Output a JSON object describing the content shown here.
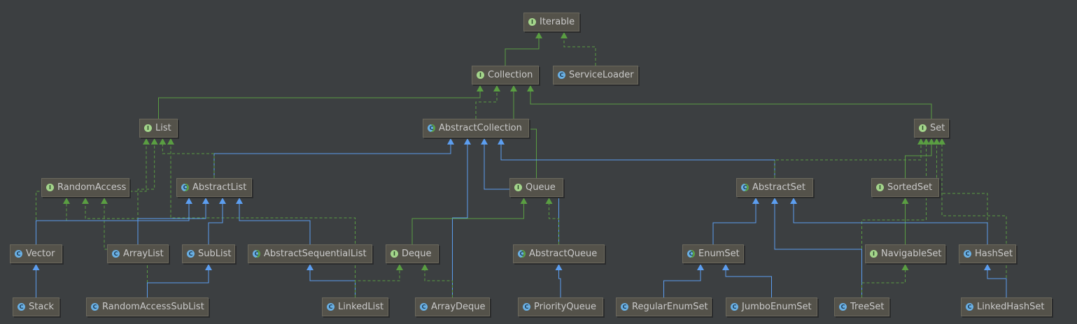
{
  "colors": {
    "background": "#3c3f41",
    "node_fill": "#54524a",
    "node_border": "#6b685c",
    "text": "#c9c9c9",
    "extends_edge": "#5a9e42",
    "implements_edge": "#5a9e42",
    "class_edge": "#5c9ef0"
  },
  "nodes": [
    {
      "id": "Iterable",
      "label": "Iterable",
      "kind": "interface"
    },
    {
      "id": "Collection",
      "label": "Collection",
      "kind": "interface"
    },
    {
      "id": "ServiceLoader",
      "label": "ServiceLoader",
      "kind": "class"
    },
    {
      "id": "List",
      "label": "List",
      "kind": "interface"
    },
    {
      "id": "AbstractCollection",
      "label": "AbstractCollection",
      "kind": "abstract"
    },
    {
      "id": "Set",
      "label": "Set",
      "kind": "interface"
    },
    {
      "id": "RandomAccess",
      "label": "RandomAccess",
      "kind": "interface"
    },
    {
      "id": "AbstractList",
      "label": "AbstractList",
      "kind": "abstract"
    },
    {
      "id": "Queue",
      "label": "Queue",
      "kind": "interface"
    },
    {
      "id": "AbstractSet",
      "label": "AbstractSet",
      "kind": "abstract"
    },
    {
      "id": "SortedSet",
      "label": "SortedSet",
      "kind": "interface"
    },
    {
      "id": "Vector",
      "label": "Vector",
      "kind": "class"
    },
    {
      "id": "ArrayList",
      "label": "ArrayList",
      "kind": "class"
    },
    {
      "id": "SubList",
      "label": "SubList",
      "kind": "class"
    },
    {
      "id": "AbstractSequentialList",
      "label": "AbstractSequentialList",
      "kind": "abstract"
    },
    {
      "id": "Deque",
      "label": "Deque",
      "kind": "interface"
    },
    {
      "id": "AbstractQueue",
      "label": "AbstractQueue",
      "kind": "abstract"
    },
    {
      "id": "EnumSet",
      "label": "EnumSet",
      "kind": "abstract"
    },
    {
      "id": "NavigableSet",
      "label": "NavigableSet",
      "kind": "interface"
    },
    {
      "id": "HashSet",
      "label": "HashSet",
      "kind": "class"
    },
    {
      "id": "Stack",
      "label": "Stack",
      "kind": "class"
    },
    {
      "id": "RandomAccessSubList",
      "label": "RandomAccessSubList",
      "kind": "class"
    },
    {
      "id": "LinkedList",
      "label": "LinkedList",
      "kind": "class"
    },
    {
      "id": "ArrayDeque",
      "label": "ArrayDeque",
      "kind": "class"
    },
    {
      "id": "PriorityQueue",
      "label": "PriorityQueue",
      "kind": "class"
    },
    {
      "id": "RegularEnumSet",
      "label": "RegularEnumSet",
      "kind": "class"
    },
    {
      "id": "JumboEnumSet",
      "label": "JumboEnumSet",
      "kind": "class"
    },
    {
      "id": "TreeSet",
      "label": "TreeSet",
      "kind": "class"
    },
    {
      "id": "LinkedHashSet",
      "label": "LinkedHashSet",
      "kind": "class"
    }
  ],
  "edges": [
    {
      "from": "Collection",
      "to": "Iterable",
      "type": "extends"
    },
    {
      "from": "ServiceLoader",
      "to": "Iterable",
      "type": "implements"
    },
    {
      "from": "List",
      "to": "Collection",
      "type": "extends"
    },
    {
      "from": "AbstractCollection",
      "to": "Collection",
      "type": "implements"
    },
    {
      "from": "Queue",
      "to": "Collection",
      "type": "extends"
    },
    {
      "from": "Set",
      "to": "Collection",
      "type": "extends"
    },
    {
      "from": "AbstractList",
      "to": "AbstractCollection",
      "type": "class"
    },
    {
      "from": "AbstractSet",
      "to": "AbstractCollection",
      "type": "class"
    },
    {
      "from": "AbstractQueue",
      "to": "AbstractCollection",
      "type": "class"
    },
    {
      "from": "ArrayDeque",
      "to": "AbstractCollection",
      "type": "class"
    },
    {
      "from": "AbstractList",
      "to": "List",
      "type": "implements"
    },
    {
      "from": "Vector",
      "to": "List",
      "type": "implements"
    },
    {
      "from": "ArrayList",
      "to": "List",
      "type": "implements"
    },
    {
      "from": "LinkedList",
      "to": "List",
      "type": "implements"
    },
    {
      "from": "Vector",
      "to": "RandomAccess",
      "type": "implements"
    },
    {
      "from": "ArrayList",
      "to": "RandomAccess",
      "type": "implements"
    },
    {
      "from": "RandomAccessSubList",
      "to": "RandomAccess",
      "type": "implements"
    },
    {
      "from": "Vector",
      "to": "AbstractList",
      "type": "class"
    },
    {
      "from": "ArrayList",
      "to": "AbstractList",
      "type": "class"
    },
    {
      "from": "SubList",
      "to": "AbstractList",
      "type": "class"
    },
    {
      "from": "AbstractSequentialList",
      "to": "AbstractList",
      "type": "class"
    },
    {
      "from": "Stack",
      "to": "Vector",
      "type": "class"
    },
    {
      "from": "RandomAccessSubList",
      "to": "SubList",
      "type": "class"
    },
    {
      "from": "LinkedList",
      "to": "AbstractSequentialList",
      "type": "class"
    },
    {
      "from": "Deque",
      "to": "Queue",
      "type": "extends"
    },
    {
      "from": "AbstractQueue",
      "to": "Queue",
      "type": "implements"
    },
    {
      "from": "LinkedList",
      "to": "Deque",
      "type": "implements"
    },
    {
      "from": "ArrayDeque",
      "to": "Deque",
      "type": "implements"
    },
    {
      "from": "PriorityQueue",
      "to": "AbstractQueue",
      "type": "class"
    },
    {
      "from": "AbstractSet",
      "to": "Set",
      "type": "implements"
    },
    {
      "from": "SortedSet",
      "to": "Set",
      "type": "extends"
    },
    {
      "from": "HashSet",
      "to": "Set",
      "type": "implements"
    },
    {
      "from": "TreeSet",
      "to": "Set",
      "type": "implements"
    },
    {
      "from": "LinkedHashSet",
      "to": "Set",
      "type": "implements"
    },
    {
      "from": "NavigableSet",
      "to": "SortedSet",
      "type": "extends"
    },
    {
      "from": "EnumSet",
      "to": "AbstractSet",
      "type": "class"
    },
    {
      "from": "HashSet",
      "to": "AbstractSet",
      "type": "class"
    },
    {
      "from": "TreeSet",
      "to": "AbstractSet",
      "type": "class"
    },
    {
      "from": "TreeSet",
      "to": "NavigableSet",
      "type": "implements"
    },
    {
      "from": "RegularEnumSet",
      "to": "EnumSet",
      "type": "class"
    },
    {
      "from": "JumboEnumSet",
      "to": "EnumSet",
      "type": "class"
    },
    {
      "from": "LinkedHashSet",
      "to": "HashSet",
      "type": "class"
    }
  ]
}
